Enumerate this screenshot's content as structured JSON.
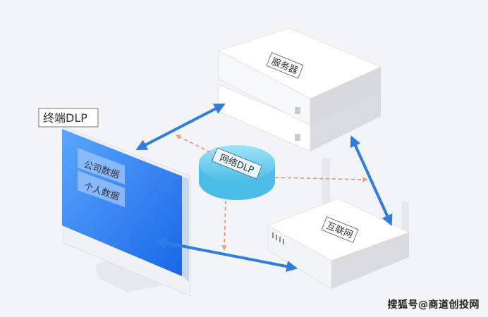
{
  "nodes": {
    "server": "服务器",
    "internet": "互联网",
    "network_dlp": "网络DLP",
    "endpoint_dlp": "终端DLP",
    "company_data": "公司数据",
    "personal_data": "个人数据"
  },
  "watermark": "搜狐号@商道创投网",
  "colors": {
    "blue_arrow": "#2f7de1",
    "orange_dashed": "#ef8a5a",
    "screen": "#1f78ee",
    "cylinder": "#5fc8ea"
  }
}
